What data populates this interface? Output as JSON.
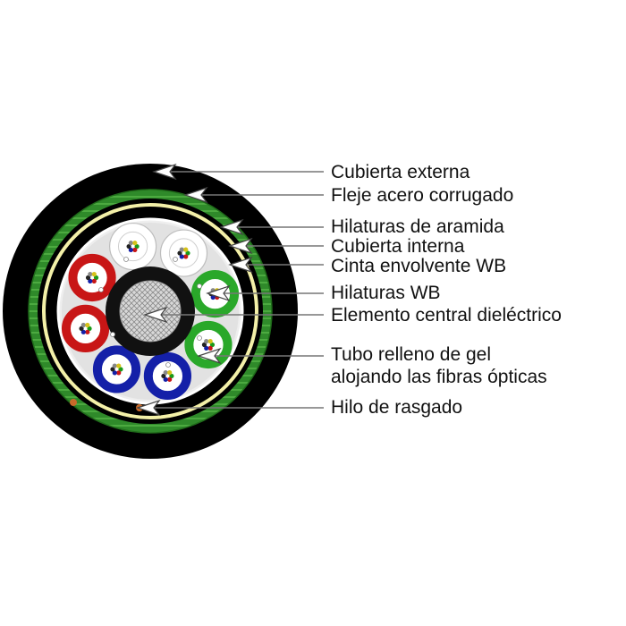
{
  "labels": {
    "outer_jacket": "Cubierta externa",
    "corrugated_steel": "Fleje acero corrugado",
    "aramid_yarns": "Hilaturas de aramida",
    "inner_jacket": "Cubierta interna",
    "wb_tape": "Cinta envolvente WB",
    "wb_yarns": "Hilaturas WB",
    "central_member": "Elemento central dieléctrico",
    "gel_tube_line1": "Tubo relleno de gel",
    "gel_tube_line2": "alojando las fibras ópticas",
    "ripcord": "Hilo de rasgado"
  },
  "colors": {
    "outer_jacket": "#000000",
    "steel_tape": "#2f8a2a",
    "aramid": "#f3f0a8",
    "core_fill": "#e4e4e4",
    "tube_red": "#c81616",
    "tube_blue": "#1420a8",
    "tube_green": "#2aa82a",
    "tube_white": "#ffffff",
    "central_member": "#111111",
    "ripcord": "#c86a2a"
  },
  "tubes": [
    {
      "color": "white"
    },
    {
      "color": "white"
    },
    {
      "color": "green"
    },
    {
      "color": "green"
    },
    {
      "color": "blue"
    },
    {
      "color": "blue"
    },
    {
      "color": "red"
    },
    {
      "color": "red"
    }
  ]
}
